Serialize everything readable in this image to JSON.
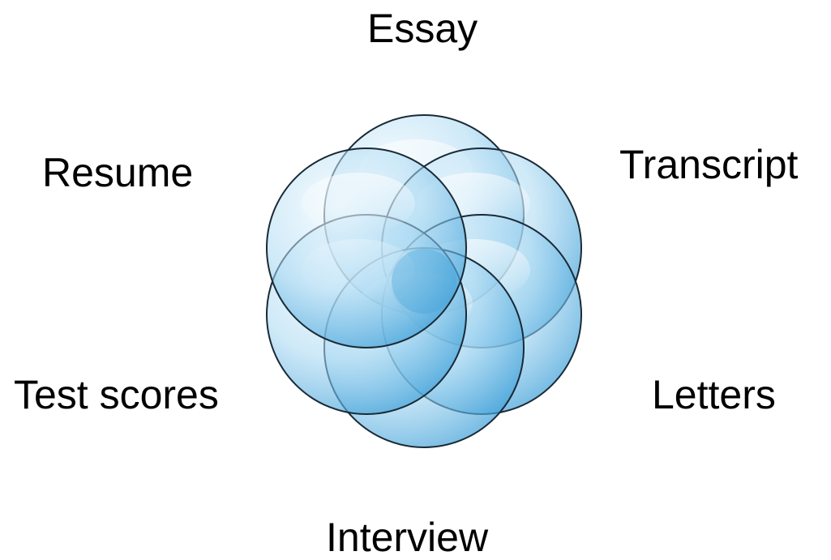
{
  "labels": {
    "essay": "Essay",
    "transcript": "Transcript",
    "resume": "Resume",
    "test_scores": "Test scores",
    "letters": "Letters",
    "interview": "Interview"
  },
  "colors": {
    "fill_light": "#dff1fb",
    "fill_mid": "#9fd3ef",
    "fill_dark": "#3fa0d6",
    "stroke": "#1a2a36"
  }
}
